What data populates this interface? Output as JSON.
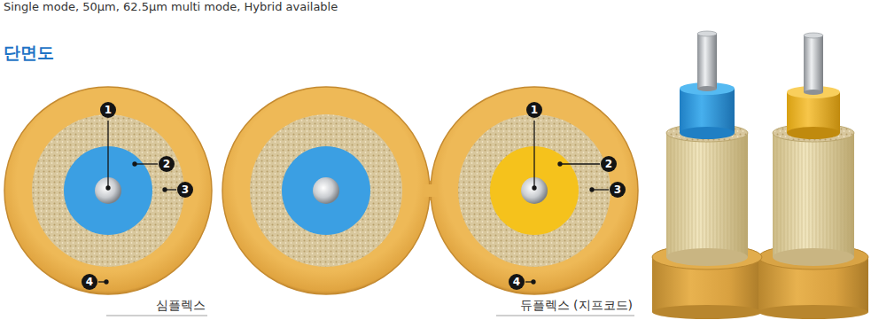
{
  "diagram": {
    "title": "단면도",
    "labels": [
      "Single mode, 50μm, 62.5μm multi mode, Hybrid available",
      "1",
      "2",
      "3",
      "4",
      "심플렉스",
      "1",
      "2",
      "3",
      "4",
      "듀플렉스 (지프코드)"
    ]
  }
}
